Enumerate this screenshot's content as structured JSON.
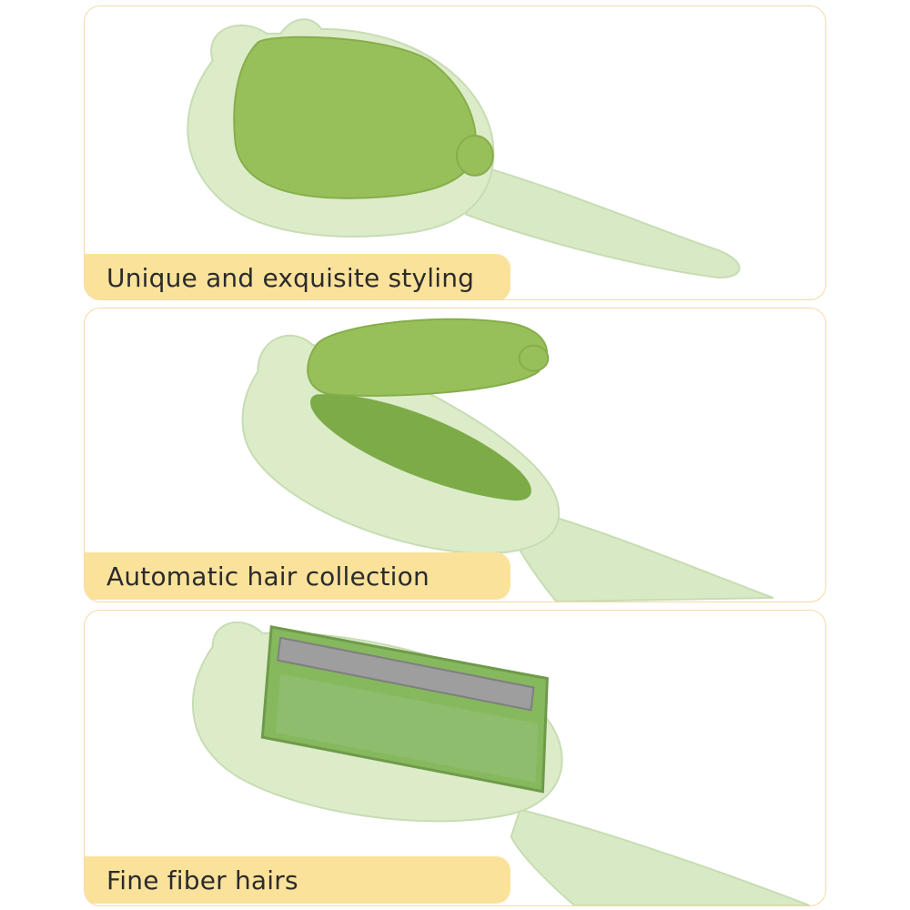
{
  "panels": [
    {
      "caption": "Unique and exquisite styling",
      "illustration": "lint-remover-closed-icon"
    },
    {
      "caption": "Automatic hair collection",
      "illustration": "lint-remover-open-lid-icon"
    },
    {
      "caption": "Fine fiber hairs",
      "illustration": "lint-remover-fiber-bed-icon"
    }
  ],
  "colors": {
    "panel_border": "#f6d9a6",
    "caption_bg": "#fbe29b",
    "body_green": "#dceccd",
    "lid_green": "#96bf55",
    "fiber_green": "#8fbf6f"
  }
}
